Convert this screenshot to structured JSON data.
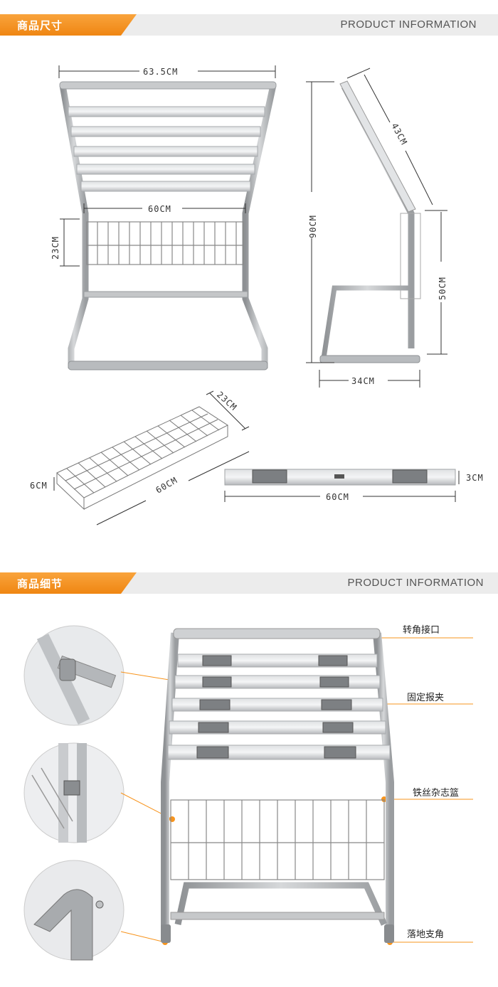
{
  "section1": {
    "title_cn": "商品尺寸",
    "title_en": "PRODUCT  INFORMATION"
  },
  "section2": {
    "title_cn": "商品细节",
    "title_en": "PRODUCT  INFORMATION"
  },
  "dimensions": {
    "front_width": "63.5CM",
    "basket_width": "60CM",
    "basket_height": "23CM",
    "total_height": "90CM",
    "top_depth": "43CM",
    "lower_height": "50CM",
    "base_depth": "34CM",
    "basket_depth": "23CM",
    "basket_side": "6CM",
    "basket_length": "60CM",
    "clip_bar_height": "3CM",
    "clip_bar_length": "60CM"
  },
  "callouts": [
    "转角接口",
    "固定报夹",
    "铁丝杂志篮",
    "落地支角"
  ],
  "colors": {
    "accent": "#f7941d",
    "metal": "#b9bcbf",
    "metal_dark": "#8d9093"
  }
}
